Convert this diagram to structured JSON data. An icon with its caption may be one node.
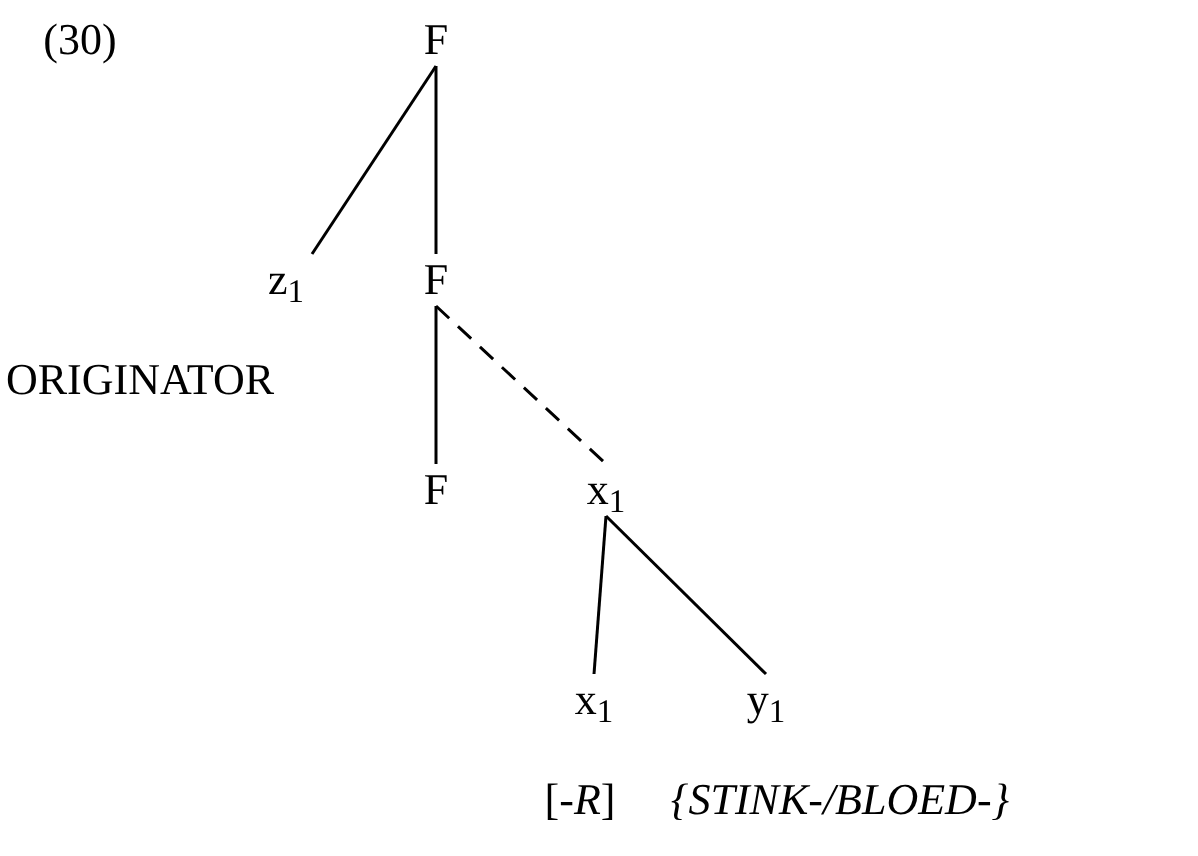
{
  "diagram": {
    "nodes": [
      {
        "text": [
          "F"
        ]
      },
      {
        "text": [
          "z$_{1}$"
        ]
      },
      {
        "text": [
          "F"
        ]
      },
      {
        "text": [
          "F"
        ]
      },
      {
        "text": [
          "x$_{1}$"
        ]
      },
      {
        "text": [
          "x$_{1}$"
        ],
        "beside": [
          "[-*R*]"
        ]
      },
      {
        "text": [
          "y$_{1}$"
        ],
        "beside": [
          "{STINK-/BLOED-}"
        ]
      }
    ],
    "edges": [
      {
        "from": 0,
        "to": 1,
        "arrow": "none"
      },
      {
        "from": 0,
        "to": 2,
        "arrow": "none"
      },
      {
        "from": 2,
        "to": 3,
        "arrow": "none"
      },
      {
        "from": 2,
        "to": 4,
        "arrow": "none",
        "style": "dashed"
      },
      {
        "from": 4,
        "to": 5,
        "arrow": "none"
      },
      {
        "from": 4,
        "to": 6,
        "arrow": "none"
      }
    ],
    "labels": [
      "(30)",
      "ORIGINATOR"
    ]
  }
}
